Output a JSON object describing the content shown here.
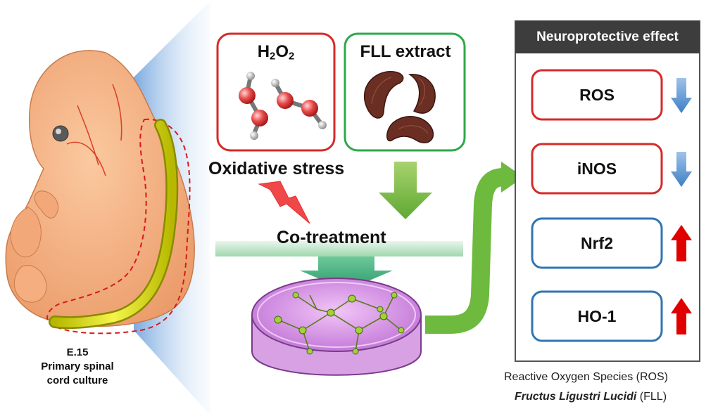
{
  "embryo": {
    "caption_line1": "E.15",
    "caption_line2": "Primary spinal",
    "caption_line3": "cord culture"
  },
  "inputs": {
    "h2o2_base": "H",
    "h2o2_sub1": "2",
    "h2o2_mid": "O",
    "h2o2_sub2": "2",
    "fll_label": "FLL extract"
  },
  "labels": {
    "oxidative_stress": "Oxidative stress",
    "co_treatment": "Co-treatment"
  },
  "panel": {
    "title": "Neuroprotective effect",
    "markers": [
      {
        "name": "ROS",
        "direction": "down",
        "border": "#d62a2a",
        "arrow": "#5b9bd5"
      },
      {
        "name": "iNOS",
        "direction": "down",
        "border": "#d62a2a",
        "arrow": "#5b9bd5"
      },
      {
        "name": "Nrf2",
        "direction": "up",
        "border": "#2f75b5",
        "arrow": "#e00000"
      },
      {
        "name": "HO-1",
        "direction": "up",
        "border": "#2f75b5",
        "arrow": "#e00000"
      }
    ]
  },
  "footnotes": {
    "line1": "Reactive Oxygen Species (ROS)",
    "line2_italic": "Fructus Ligustri Lucidi",
    "line2_rest": " (FLL)"
  }
}
